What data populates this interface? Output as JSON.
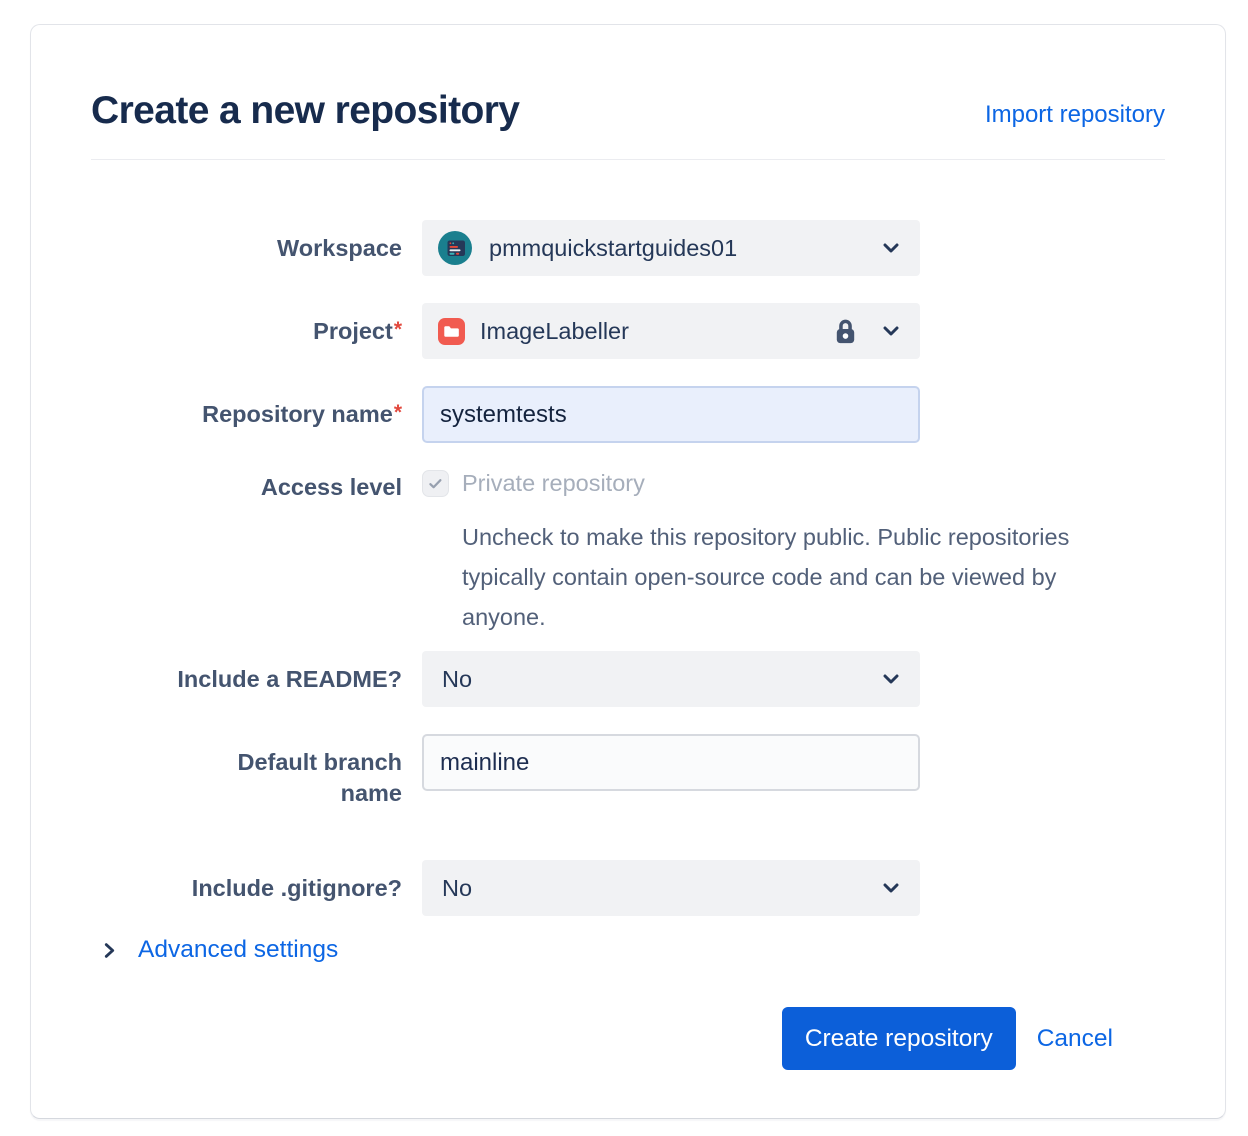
{
  "card": {
    "title": "Create a new repository",
    "import_link": "Import repository"
  },
  "form": {
    "workspace": {
      "label": "Workspace",
      "value": "pmmquickstartguides01",
      "icon": "workspace-avatar-icon"
    },
    "project": {
      "label": "Project",
      "required_mark": "*",
      "value": "ImageLabeller",
      "icons": [
        "project-folder-icon",
        "lock-icon",
        "chevron-down-icon"
      ]
    },
    "repository_name": {
      "label": "Repository name",
      "required_mark": "*",
      "value": "systemtests"
    },
    "access_level": {
      "label": "Access level",
      "checkbox_label": "Private repository",
      "checked": true,
      "disabled": true,
      "help_text": "Uncheck to make this repository public. Public repositories typically contain open-source code and can be viewed by anyone."
    },
    "include_readme": {
      "label": "Include a README?",
      "value": "No"
    },
    "default_branch": {
      "label": "Default branch name",
      "value": "mainline"
    },
    "include_gitignore": {
      "label": "Include .gitignore?",
      "value": "No"
    },
    "advanced_settings_label": "Advanced settings"
  },
  "footer": {
    "create_label": "Create repository",
    "cancel_label": "Cancel"
  },
  "colors": {
    "primary_button": "#0C5FD9",
    "link_blue": "#0C66E4",
    "title_navy": "#172B4D",
    "label_gray_blue": "#44546F",
    "required_red": "#E2483D",
    "project_icon_red": "#F15B50",
    "workspace_avatar_teal": "#1A7F8E",
    "field_gray_bg": "#F1F2F4",
    "focused_input_bg": "#E9EFFC",
    "disabled_text": "#A6AEBB"
  }
}
